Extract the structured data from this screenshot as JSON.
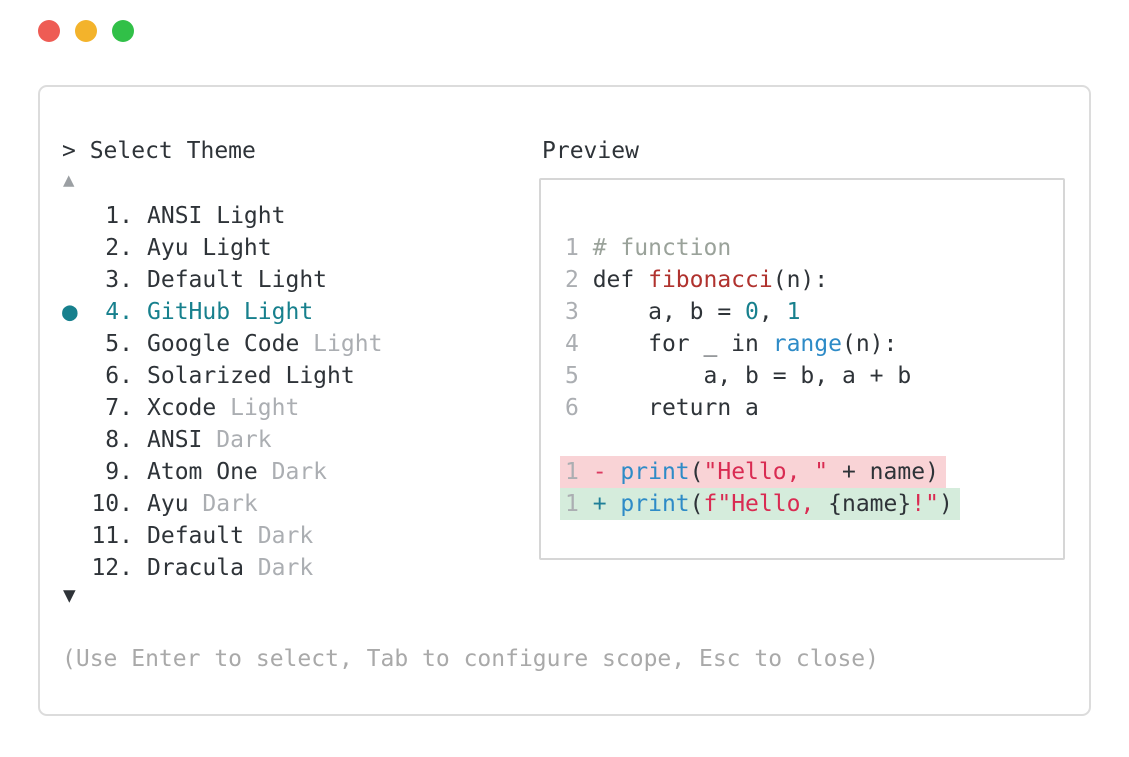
{
  "window": {
    "controls": [
      {
        "name": "close",
        "color_key": "lightRed"
      },
      {
        "name": "minimize",
        "color_key": "lightYellow"
      },
      {
        "name": "zoom",
        "color_key": "lightGreen"
      }
    ]
  },
  "left": {
    "title": "> Select Theme",
    "up_arrow": "▲",
    "down_arrow": "▼",
    "items": [
      {
        "num": "1.",
        "name": "ANSI Light",
        "muted": "",
        "selected": false
      },
      {
        "num": "2.",
        "name": "Ayu Light",
        "muted": "",
        "selected": false
      },
      {
        "num": "3.",
        "name": "Default Light",
        "muted": "",
        "selected": false
      },
      {
        "num": "4.",
        "name": "GitHub Light",
        "muted": "",
        "selected": true
      },
      {
        "num": "5.",
        "name": "Google Code",
        "muted": "Light",
        "selected": false
      },
      {
        "num": "6.",
        "name": "Solarized Light",
        "muted": "",
        "selected": false
      },
      {
        "num": "7.",
        "name": "Xcode",
        "muted": "Light",
        "selected": false
      },
      {
        "num": "8.",
        "name": "ANSI",
        "muted": "Dark",
        "selected": false
      },
      {
        "num": "9.",
        "name": "Atom One",
        "muted": "Dark",
        "selected": false
      },
      {
        "num": "10.",
        "name": "Ayu",
        "muted": "Dark",
        "selected": false
      },
      {
        "num": "11.",
        "name": "Default",
        "muted": "Dark",
        "selected": false
      },
      {
        "num": "12.",
        "name": "Dracula",
        "muted": "Dark",
        "selected": false
      }
    ],
    "bullet": "●",
    "help": "(Use Enter to select, Tab to configure scope, Esc to close)"
  },
  "preview": {
    "title": "Preview",
    "lines": [
      {
        "bg": "",
        "tokens": [
          [
            "ln",
            "1 "
          ],
          [
            "cm",
            "# function"
          ]
        ]
      },
      {
        "bg": "",
        "tokens": [
          [
            "ln",
            "2 "
          ],
          [
            "t",
            "def "
          ],
          [
            "fn",
            "fibonacci"
          ],
          [
            "t",
            "(n):"
          ]
        ]
      },
      {
        "bg": "",
        "tokens": [
          [
            "ln",
            "3 "
          ],
          [
            "t",
            "    a, b = "
          ],
          [
            "num",
            "0"
          ],
          [
            "t",
            ", "
          ],
          [
            "num",
            "1"
          ]
        ]
      },
      {
        "bg": "",
        "tokens": [
          [
            "ln",
            "4 "
          ],
          [
            "t",
            "    for _ in "
          ],
          [
            "bi",
            "range"
          ],
          [
            "t",
            "(n):"
          ]
        ]
      },
      {
        "bg": "",
        "tokens": [
          [
            "ln",
            "5 "
          ],
          [
            "t",
            "        a, b = b, a + b"
          ]
        ]
      },
      {
        "bg": "",
        "tokens": [
          [
            "ln",
            "6 "
          ],
          [
            "t",
            "    return a"
          ]
        ]
      },
      {
        "bg": "",
        "tokens": []
      },
      {
        "bg": "del-bg",
        "tokens": [
          [
            "ln",
            "1 "
          ],
          [
            "del",
            "- "
          ],
          [
            "bi",
            "print"
          ],
          [
            "t",
            "("
          ],
          [
            "str",
            "\"Hello, \""
          ],
          [
            "t",
            " + name)"
          ]
        ]
      },
      {
        "bg": "add-bg",
        "tokens": [
          [
            "ln",
            "1 "
          ],
          [
            "add",
            "+ "
          ],
          [
            "bi",
            "print"
          ],
          [
            "t",
            "("
          ],
          [
            "str",
            "f\"Hello, "
          ],
          [
            "t",
            "{name}"
          ],
          [
            "str",
            "!\""
          ],
          [
            "t",
            ")"
          ]
        ]
      }
    ]
  },
  "colors": {
    "accent": "#17808d",
    "text": "#2e3338",
    "muted": "#abaeb2",
    "mutedArrow": "#9b9fa3",
    "helpText": "#a9a9a9",
    "comment": "#9aa29a",
    "func": "#b0322e",
    "string": "#d92b52",
    "builtin": "#2e8bc7",
    "number": "#17808d",
    "del": "#dc3a60",
    "add": "#1f7f98",
    "delBg": "#f9d3d6",
    "addBg": "#d5ecdc",
    "panelBorder": "#dcdcdc",
    "boxBorder": "#d6d6d6",
    "lightRed": "#ee5c54",
    "lightYellow": "#f3b32b",
    "lightGreen": "#31c048"
  }
}
